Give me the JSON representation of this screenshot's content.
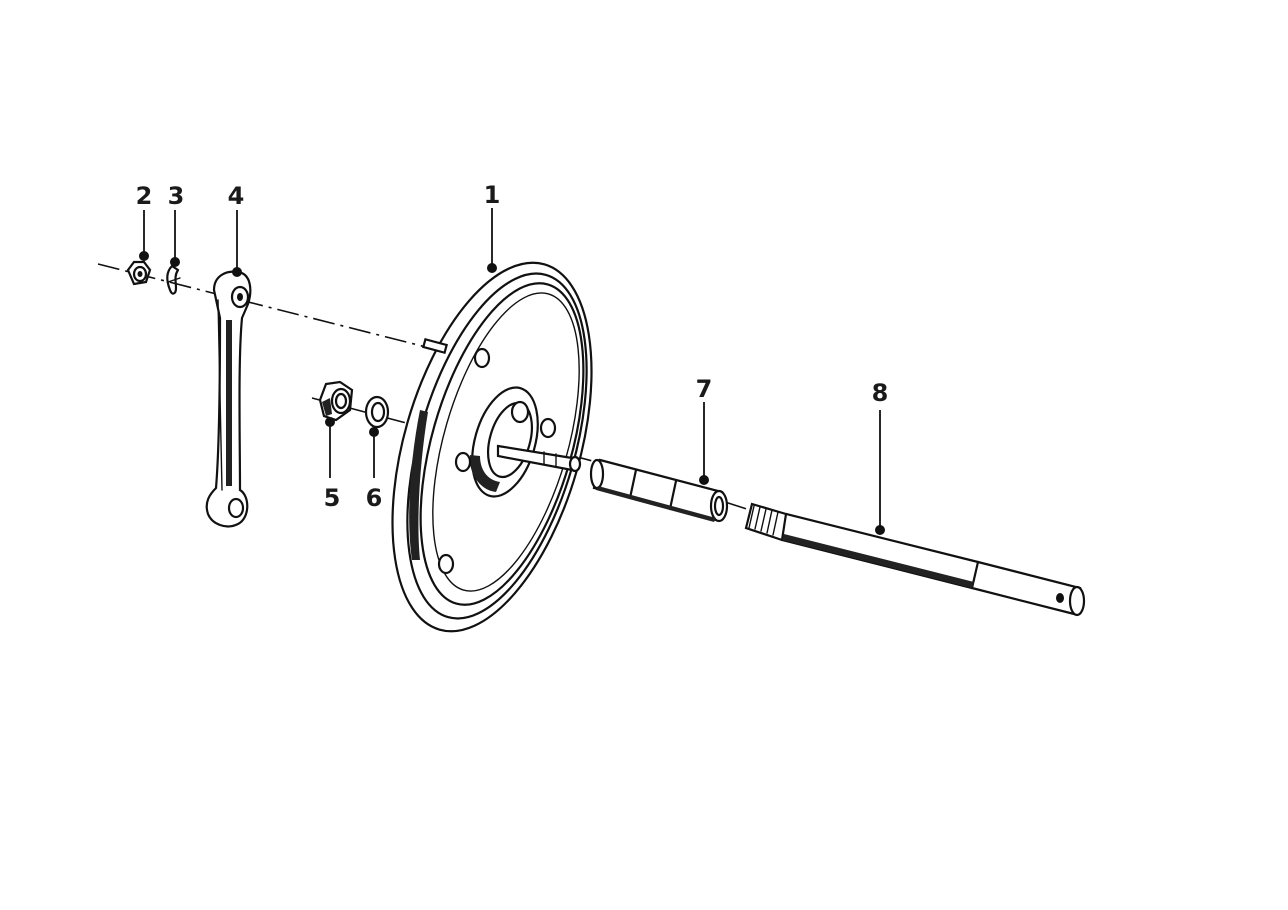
{
  "diagram": {
    "callouts": [
      {
        "id": "1",
        "label": "1"
      },
      {
        "id": "2",
        "label": "2"
      },
      {
        "id": "3",
        "label": "3"
      },
      {
        "id": "4",
        "label": "4"
      },
      {
        "id": "5",
        "label": "5"
      },
      {
        "id": "6",
        "label": "6"
      },
      {
        "id": "7",
        "label": "7"
      },
      {
        "id": "8",
        "label": "8"
      }
    ],
    "parts": [
      {
        "callout": "1",
        "icon": "brake-drum-backing-plate-icon"
      },
      {
        "callout": "2",
        "icon": "hex-nut-icon"
      },
      {
        "callout": "3",
        "icon": "split-pin-icon"
      },
      {
        "callout": "4",
        "icon": "brake-lever-arm-icon"
      },
      {
        "callout": "5",
        "icon": "hex-nut-icon"
      },
      {
        "callout": "6",
        "icon": "washer-icon"
      },
      {
        "callout": "7",
        "icon": "spacer-sleeve-icon"
      },
      {
        "callout": "8",
        "icon": "axle-shaft-icon"
      }
    ],
    "colors": {
      "ink": "#111111",
      "background": "#ffffff"
    }
  }
}
